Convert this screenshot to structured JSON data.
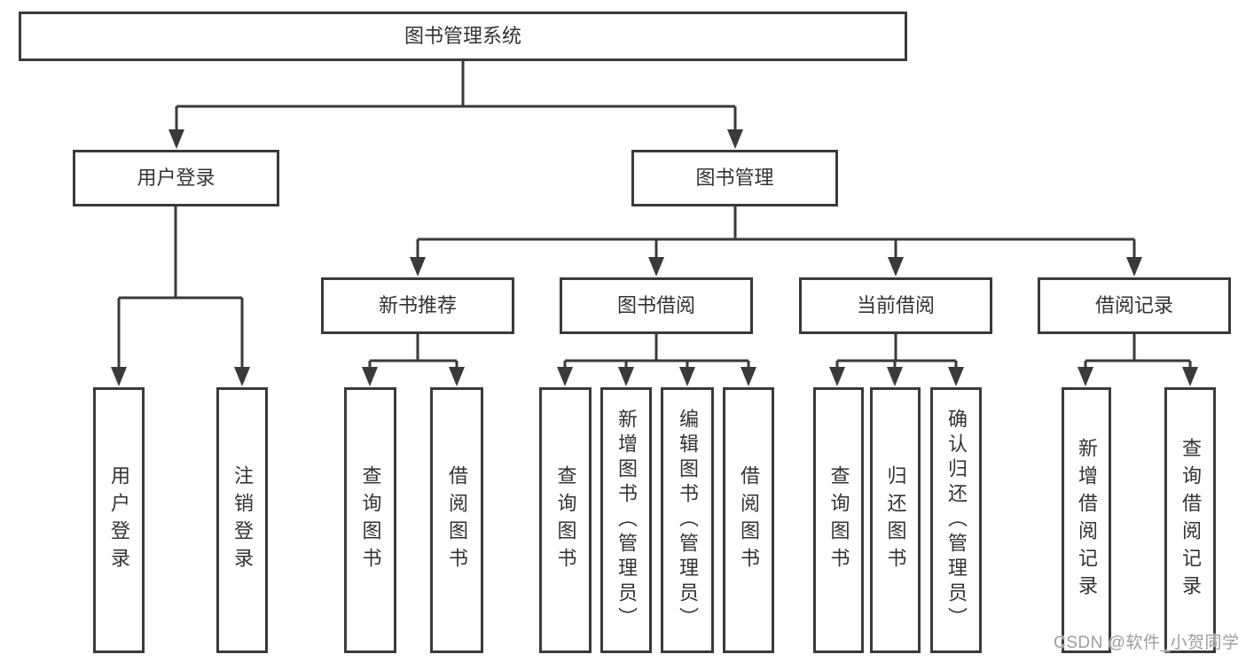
{
  "diagram_title": "图书管理系统",
  "nodes": {
    "root": {
      "label": "图书管理系统"
    },
    "level2": [
      {
        "label": "用户登录"
      },
      {
        "label": "图书管理"
      }
    ],
    "level3": [
      {
        "label": "新书推荐"
      },
      {
        "label": "图书借阅"
      },
      {
        "label": "当前借阅"
      },
      {
        "label": "借阅记录"
      }
    ],
    "leaves": [
      {
        "label": "用户登录"
      },
      {
        "label": "注销登录"
      },
      {
        "label": "查询图书"
      },
      {
        "label": "借阅图书"
      },
      {
        "label": "查询图书"
      },
      {
        "label": "新增图书（管理员）"
      },
      {
        "label": "编辑图书（管理员）"
      },
      {
        "label": "借阅图书"
      },
      {
        "label": "查询图书"
      },
      {
        "label": "归还图书"
      },
      {
        "label": "确认归还（管理员）"
      },
      {
        "label": "新增借阅记录"
      },
      {
        "label": "查询借阅记录"
      }
    ]
  },
  "watermark": {
    "text": "CSDN @软件_小贺同学"
  },
  "colors": {
    "line": "#3a3a3a",
    "box_border": "#3a3a3a",
    "text": "#333333",
    "watermark_text": "#9e9e9e",
    "background": "#ffffff"
  }
}
